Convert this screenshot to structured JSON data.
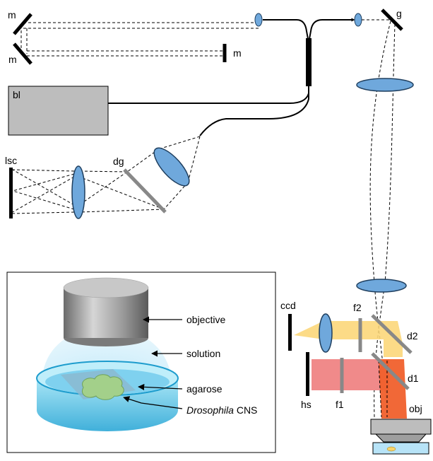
{
  "labels": {
    "mirror_top_left": "m",
    "mirror_bottom_left": "m",
    "mirror_right": "m",
    "galvo": "g",
    "broadband_laser": "bl",
    "line_scan_camera": "lsc",
    "diffraction_grating": "dg",
    "ccd": "ccd",
    "filter_2": "f2",
    "dichroic_2": "d2",
    "dichroic_1": "d1",
    "halogen_source": "hs",
    "filter_1": "f1",
    "objective_short": "obj"
  },
  "inset": {
    "objective": "objective",
    "solution": "solution",
    "agarose": "agarose",
    "sample_italic": "Drosophila",
    "sample_rest": " CNS"
  },
  "colors": {
    "lens": "#6fa8dc",
    "lens_stroke": "#1f3f5f",
    "yellow_beam": "#fcd77a",
    "red_beam": "#f08a8a",
    "orange_beam": "#f0602c",
    "grating": "#888888",
    "box_gray": "#bdbdbd"
  }
}
